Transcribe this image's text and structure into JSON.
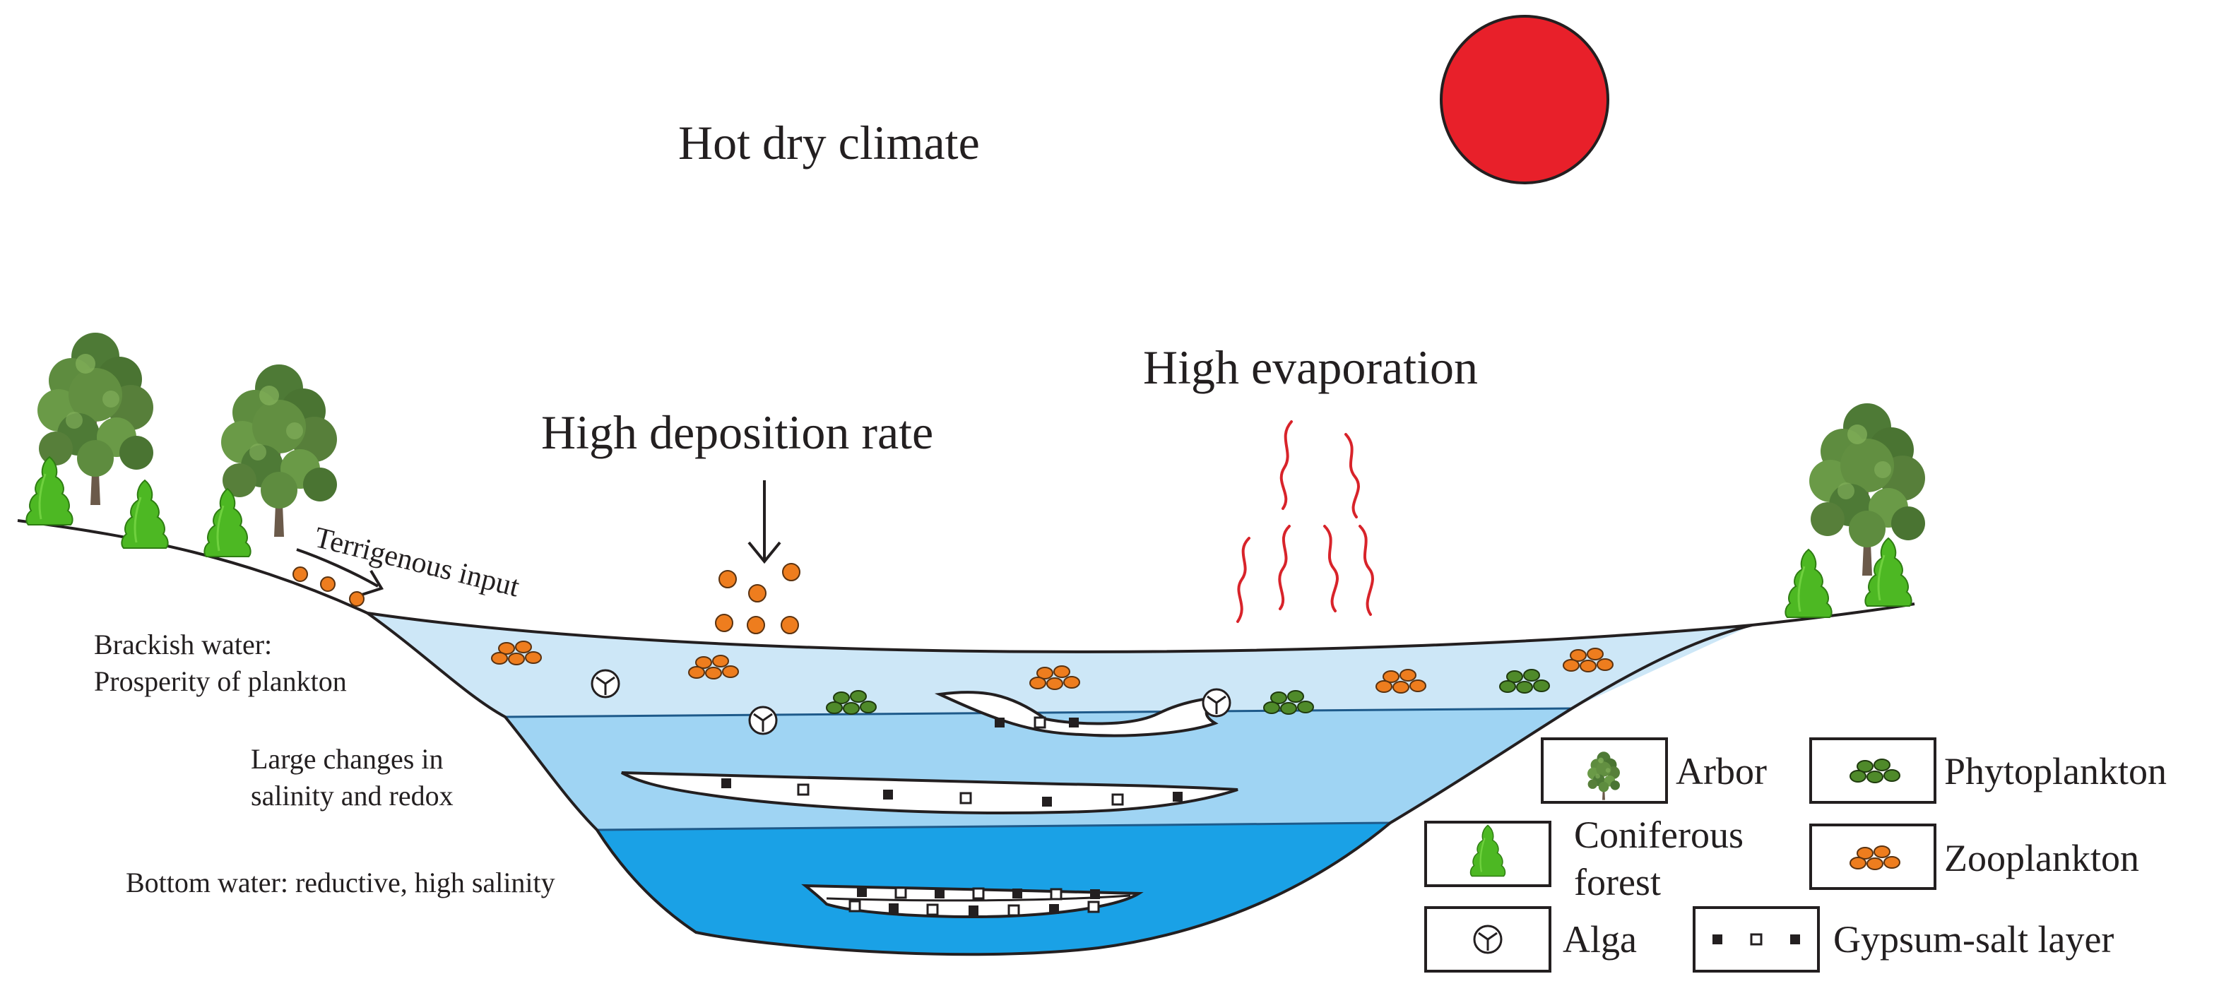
{
  "header": {
    "climate": "Hot dry climate",
    "evaporation": "High evaporation",
    "deposition": "High deposition rate"
  },
  "annotations": {
    "terrigenous": "Terrigenous input",
    "brackish_line1": "Brackish water:",
    "brackish_line2": "Prosperity of plankton",
    "changes_line1": "Large changes in",
    "changes_line2": "salinity and redox",
    "bottom": "Bottom water: reductive, high salinity"
  },
  "legend": {
    "arbor": "Arbor",
    "phytoplankton": "Phytoplankton",
    "coniferous_line1": "Coniferous",
    "coniferous_line2": "forest",
    "zooplankton": "Zooplankton",
    "alga": "Alga",
    "gypsum": "Gypsum-salt layer"
  },
  "colors": {
    "sun": "#e8202a",
    "surface_water": "#cde7f7",
    "middle_water": "#9fd4f3",
    "bottom_water": "#1aa1e6",
    "heat_wave": "#d8232a",
    "zooplankton": "#ee7d1e",
    "phytoplankton": "#4f8a2a",
    "conifer": "#4db823",
    "tree_foliage": "#4e7a36",
    "tree_trunk": "#6b5a4a"
  }
}
